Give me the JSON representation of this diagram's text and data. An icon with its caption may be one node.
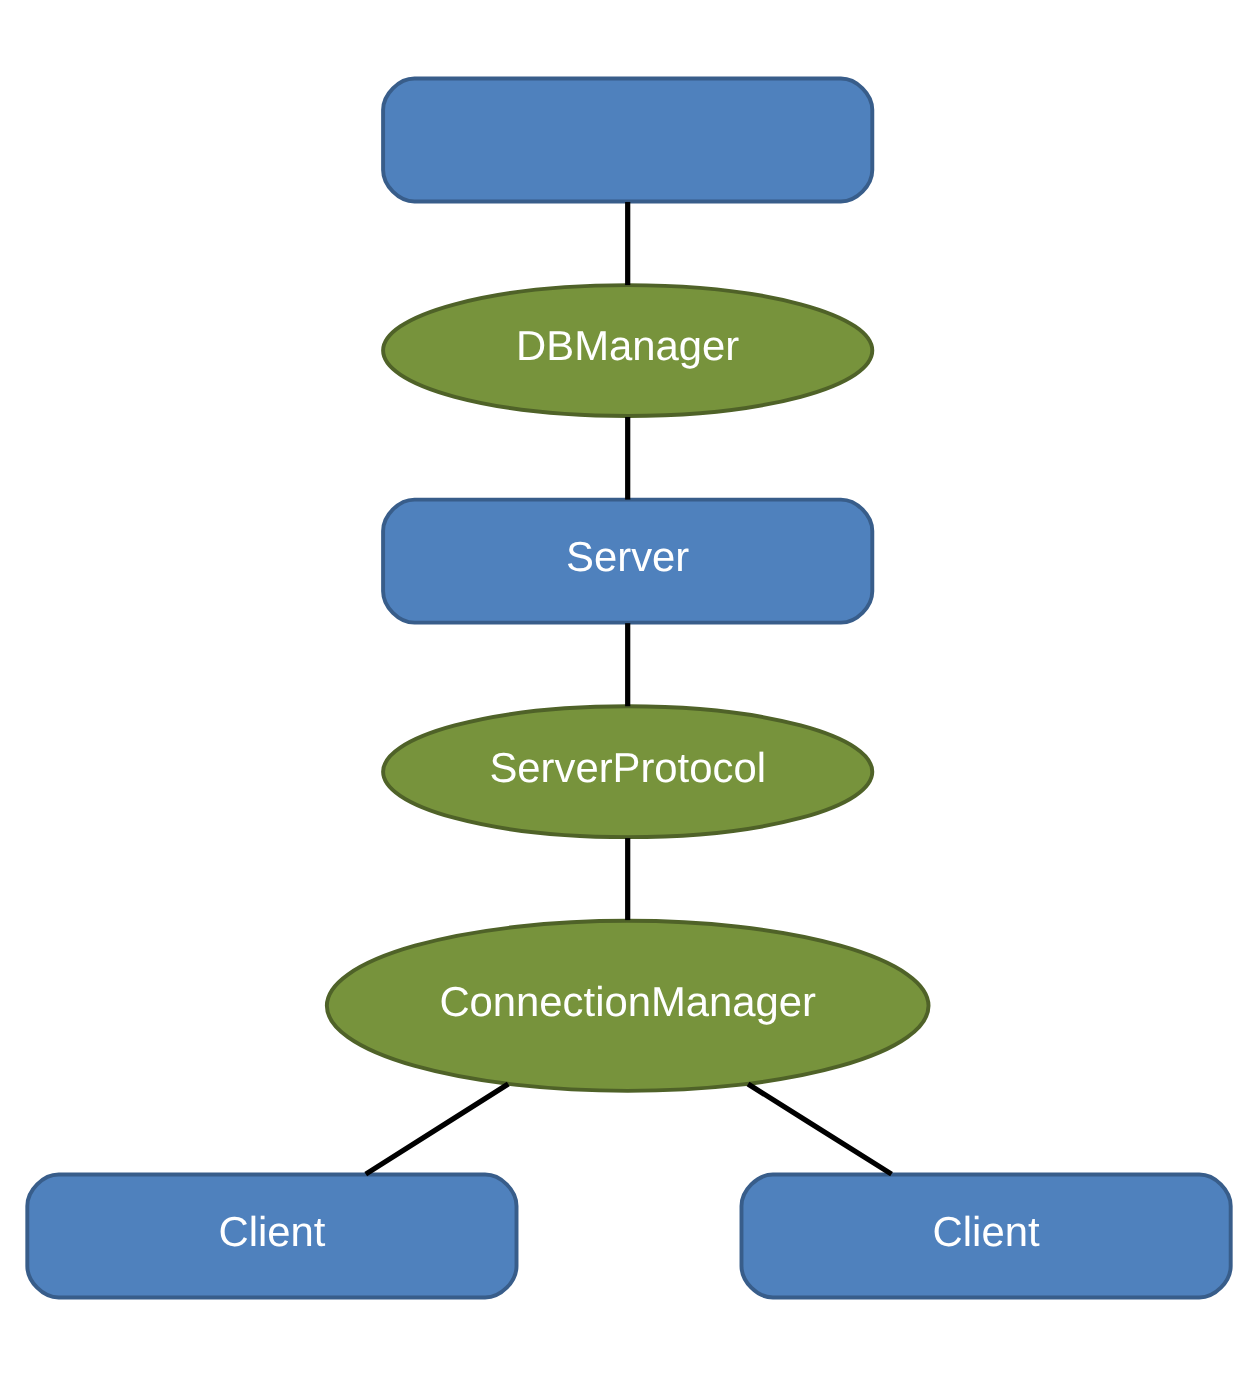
{
  "diagram": {
    "nodes": [
      {
        "text": [],
        "shape": "box"
      },
      {
        "text": [
          "DBManager"
        ]
      },
      {
        "text": [
          "Server"
        ]
      },
      {
        "text": [
          "ServerProtocol"
        ]
      },
      {
        "text": [
          "ConnectionManager"
        ]
      },
      {
        "text": [
          "Client"
        ]
      },
      {
        "text": [
          "Client"
        ]
      }
    ],
    "edges": [
      {
        "from": 0,
        "to": 1,
        "arrow": "none"
      },
      {
        "from": 1,
        "to": 2,
        "arrow": "none"
      },
      {
        "from": 2,
        "to": 3,
        "arrow": "none"
      },
      {
        "from": 3,
        "to": 4,
        "arrow": "none"
      },
      {
        "from": 4,
        "to": 5,
        "arrow": "none"
      },
      {
        "from": 4,
        "to": 6,
        "arrow": "none"
      }
    ]
  }
}
